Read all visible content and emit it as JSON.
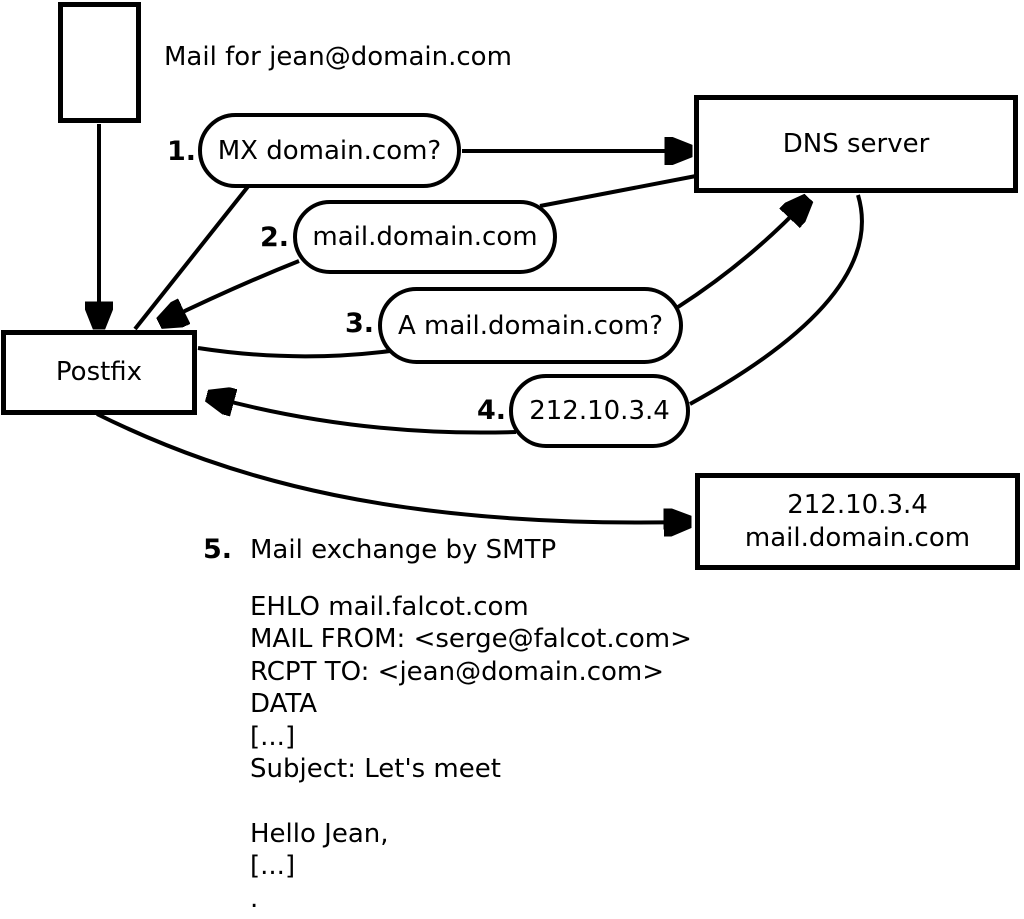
{
  "title": "Mail for jean@domain.com",
  "nodes": {
    "message": {
      "icon": "mail-message"
    },
    "postfix": {
      "label": "Postfix"
    },
    "dns": {
      "label": "DNS server"
    },
    "mailserver": {
      "line1": "212.10.3.4",
      "line2": "mail.domain.com"
    }
  },
  "steps": [
    {
      "num": "1.",
      "label": "MX domain.com?"
    },
    {
      "num": "2.",
      "label": "mail.domain.com"
    },
    {
      "num": "3.",
      "label": "A mail.domain.com?"
    },
    {
      "num": "4.",
      "label": "212.10.3.4"
    },
    {
      "num": "5.",
      "label": "Mail exchange by SMTP"
    }
  ],
  "smtp_session": {
    "text": "EHLO mail.falcot.com\nMAIL FROM: <serge@falcot.com>\nRCPT TO: <jean@domain.com>\nDATA\n[...]\nSubject: Let's meet\n\nHello Jean,\n[...]\n."
  },
  "colors": {
    "ink": "#000000",
    "background": "#ffffff"
  }
}
